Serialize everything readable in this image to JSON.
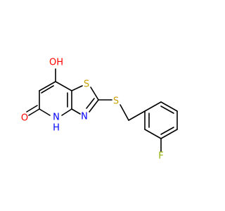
{
  "molecule": {
    "atoms": {
      "oh": "OH",
      "s_ring": "S",
      "s_link": "S",
      "n_ring": "N",
      "nh": "N",
      "h": "H",
      "o": "O",
      "f": "F"
    }
  },
  "colors": {
    "oxygen": "#ff0000",
    "sulfur": "#c8a000",
    "nitrogen": "#0000ff",
    "fluorine": "#8fb000",
    "bond": "#000000",
    "background": "#ffffff"
  }
}
